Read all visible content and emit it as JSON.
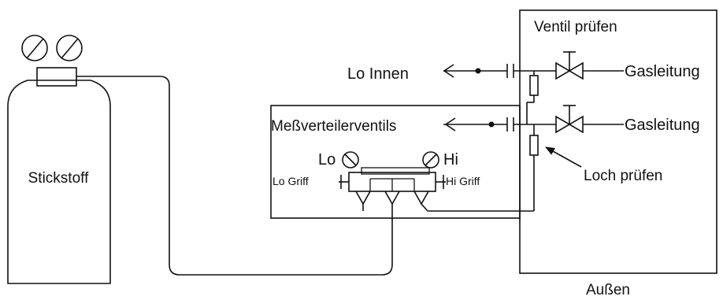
{
  "diagram": {
    "labels": {
      "stickstoff": "Stickstoff",
      "ventil_pruefen": "Ventil prüfen",
      "lo_innen": "Lo Innen",
      "gasleitung_top": "Gasleitung",
      "gasleitung_bottom": "Gasleitung",
      "messverteilerventils": "Meßverteilerventils",
      "lo": "Lo",
      "hi": "Hi",
      "lo_griff": "Lo Griff",
      "hi_griff": "Hi Griff",
      "loch_pruefen": "Loch prüfen",
      "aussen": "Außen"
    }
  }
}
